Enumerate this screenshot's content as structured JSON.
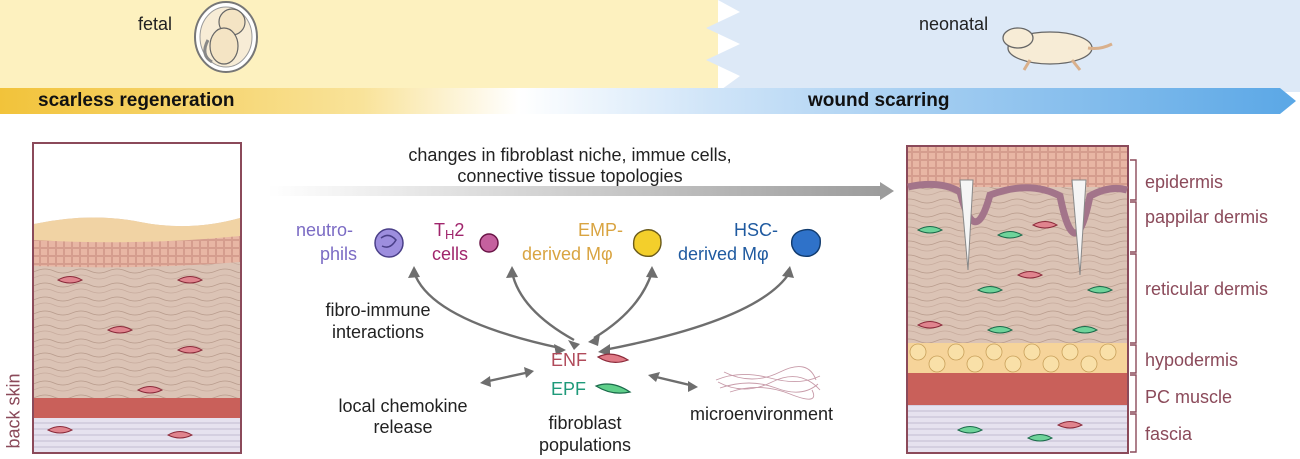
{
  "header": {
    "fetal_label": "fetal",
    "neonatal_label": "neonatal",
    "left_bar": "scarless regeneration",
    "right_bar": "wound scarring"
  },
  "left_panel": {
    "side_label": "back skin"
  },
  "top_arrow_text": {
    "line1": "changes in fibroblast niche, immue cells,",
    "line2": "connective tissue topologies"
  },
  "immune_cells": [
    {
      "line1": "neutro-",
      "line2": "phils",
      "color": "#7b6bc4"
    },
    {
      "line1": "T",
      "sub": "H",
      "tail": "2",
      "line2": "cells",
      "color": "#a0256c"
    },
    {
      "line1": "EMP-",
      "line2": "derived Mφ",
      "color": "#d9a441"
    },
    {
      "line1": "HSC-",
      "line2": "derived Mφ",
      "color": "#1f5aa0"
    }
  ],
  "center": {
    "fibro_immune_1": "fibro-immune",
    "fibro_immune_2": "interactions",
    "enf": "ENF",
    "epf": "EPF",
    "fib_pop_1": "fibroblast",
    "fib_pop_2": "populations",
    "chemokine_1": "local chemokine",
    "chemokine_2": "release",
    "microenv": "microenvironment"
  },
  "layers": [
    "epidermis",
    "pappilar dermis",
    "reticular dermis",
    "hypodermis",
    "PC muscle",
    "fascia"
  ],
  "colors": {
    "fetal_band": "#fdf1bf",
    "neonatal_band": "#dde9f7",
    "gold": "#f2c33a",
    "blue": "#5aa7e6",
    "border": "#8b4a5a",
    "enf": "#b04a5a",
    "epf": "#1f9a7a",
    "layer_text": "#8b4a5a"
  }
}
